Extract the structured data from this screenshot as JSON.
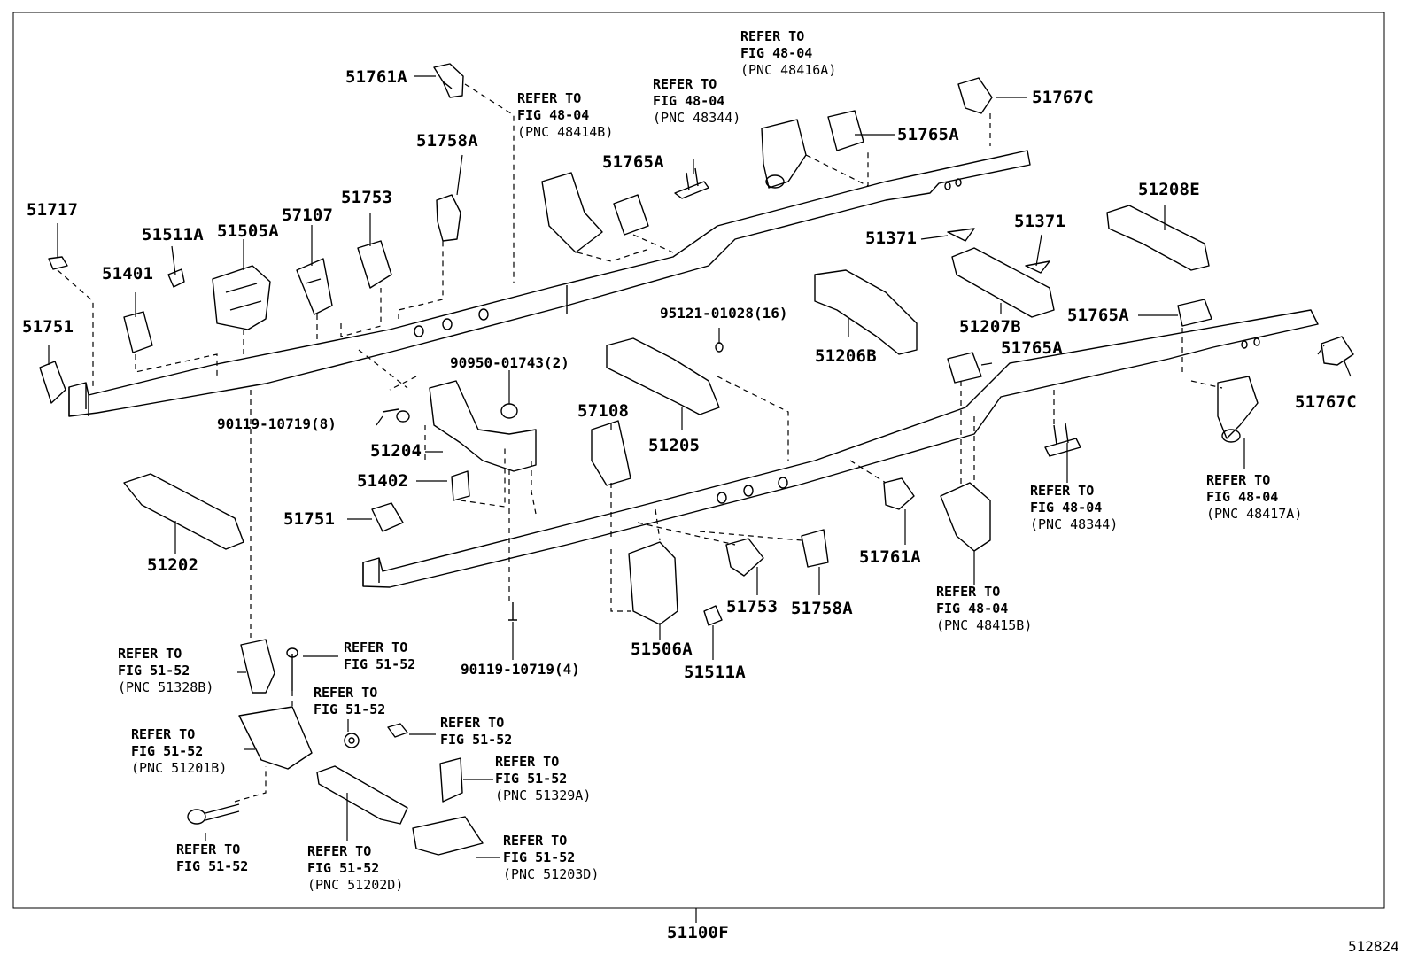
{
  "diagram_id": "512824",
  "assembly_part": "51100F",
  "parts": {
    "p51761A_top": "51761A",
    "p51758A_top": "51758A",
    "p51717": "51717",
    "p51511A_left": "51511A",
    "p51505A": "51505A",
    "p57107": "57107",
    "p51753_left": "51753",
    "p51401": "51401",
    "p51751_left": "51751",
    "p51765A_mid": "51765A",
    "p51765A_top": "51765A",
    "p51767C_top": "51767C",
    "p51208E": "51208E",
    "p51371_a": "51371",
    "p51371_b": "51371",
    "p51207B": "51207B",
    "p51765A_r1": "51765A",
    "p51765A_r2": "51765A",
    "p51767C_right": "51767C",
    "p51206B": "51206B",
    "p95121": "95121-01028(16)",
    "p90950": "90950-01743(2)",
    "p90119_a": "90119-10719(8)",
    "p51204": "51204",
    "p57108": "57108",
    "p51205": "51205",
    "p51402": "51402",
    "p51751_mid": "51751",
    "p51202": "51202",
    "p51761A_bot": "51761A",
    "p51753_bot": "51753",
    "p51758A_bot": "51758A",
    "p51506A": "51506A",
    "p51511A_bot": "51511A",
    "p90119_b": "90119-10719(4)"
  },
  "refs": {
    "r1": {
      "l1": "REFER TO",
      "l2": "FIG 48-04",
      "l3": "(PNC 48414B)"
    },
    "r2": {
      "l1": "REFER TO",
      "l2": "FIG 48-04",
      "l3": "(PNC 48344)"
    },
    "r3": {
      "l1": "REFER TO",
      "l2": "FIG 48-04",
      "l3": "(PNC 48416A)"
    },
    "r4": {
      "l1": "REFER TO",
      "l2": "FIG 48-04",
      "l3": "(PNC 48344)"
    },
    "r5": {
      "l1": "REFER TO",
      "l2": "FIG 48-04",
      "l3": "(PNC 48417A)"
    },
    "r6": {
      "l1": "REFER TO",
      "l2": "FIG 48-04",
      "l3": "(PNC 48415B)"
    },
    "r7": {
      "l1": "REFER TO",
      "l2": "FIG 51-52",
      "l3": "(PNC 51328B)"
    },
    "r8": {
      "l1": "REFER TO",
      "l2": "FIG 51-52"
    },
    "r9": {
      "l1": "REFER TO",
      "l2": "FIG 51-52"
    },
    "r10": {
      "l1": "REFER TO",
      "l2": "FIG 51-52"
    },
    "r11": {
      "l1": "REFER TO",
      "l2": "FIG 51-52",
      "l3": "(PNC 51201B)"
    },
    "r12": {
      "l1": "REFER TO",
      "l2": "FIG 51-52",
      "l3": "(PNC 51329A)"
    },
    "r13": {
      "l1": "REFER TO",
      "l2": "FIG 51-52"
    },
    "r14": {
      "l1": "REFER TO",
      "l2": "FIG 51-52",
      "l3": "(PNC 51202D)"
    },
    "r15": {
      "l1": "REFER TO",
      "l2": "FIG 51-52",
      "l3": "(PNC 51203D)"
    }
  }
}
